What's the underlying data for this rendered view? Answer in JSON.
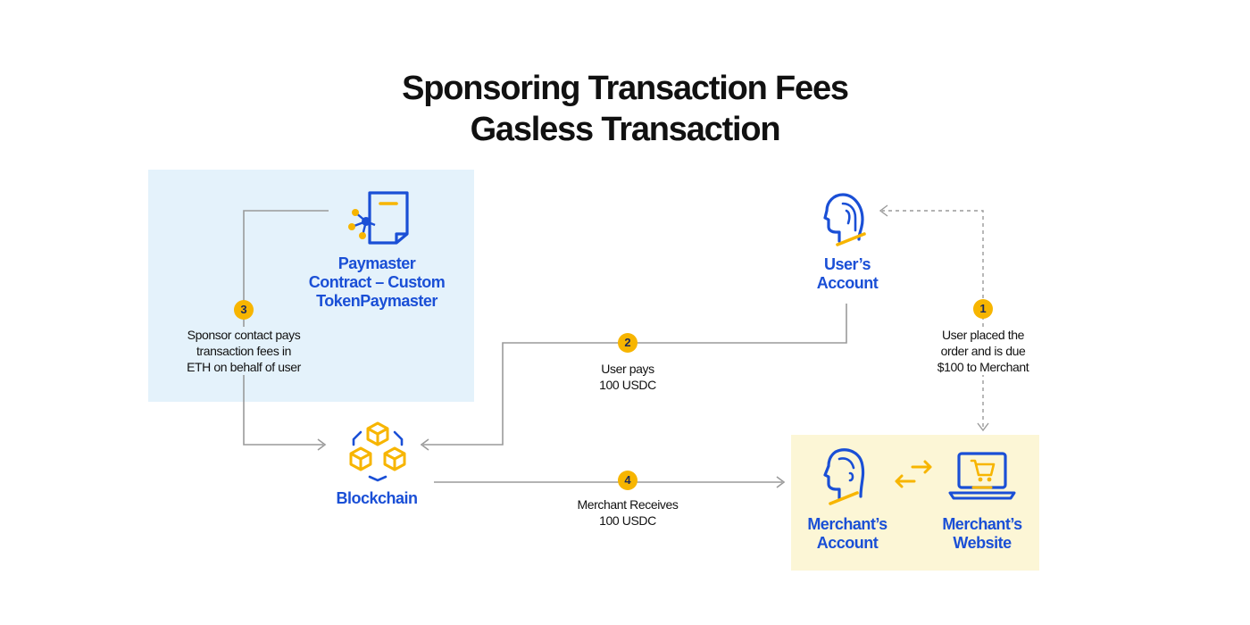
{
  "title": {
    "line1": "Sponsoring Transaction Fees",
    "line2": "Gasless Transaction"
  },
  "nodes": {
    "paymaster": {
      "lines": [
        "Paymaster",
        "Contract – Custom",
        "TokenPaymaster"
      ],
      "icon": "contract-document-icon"
    },
    "user_account": {
      "lines": [
        "User’s",
        "Account"
      ],
      "icon": "user-head-icon"
    },
    "blockchain": {
      "label": "Blockchain",
      "icon": "blockchain-cubes-icon"
    },
    "merchant_account": {
      "lines": [
        "Merchant’s",
        "Account"
      ],
      "icon": "merchant-head-icon"
    },
    "merchant_website": {
      "lines": [
        "Merchant’s",
        "Website"
      ],
      "icon": "laptop-cart-icon"
    }
  },
  "steps": [
    {
      "number": "1",
      "lines": [
        "User placed the",
        "order and is due",
        "$100 to Merchant"
      ]
    },
    {
      "number": "2",
      "lines": [
        "User pays",
        "100 USDC"
      ]
    },
    {
      "number": "3",
      "lines": [
        "Sponsor contact pays",
        "transaction fees in",
        "ETH on behalf of user"
      ]
    },
    {
      "number": "4",
      "lines": [
        "Merchant Receives",
        "100 USDC"
      ]
    }
  ],
  "colors": {
    "brand_blue": "#1a4fd6",
    "accent_yellow": "#f7b500",
    "panel_blue": "#e4f2fb",
    "panel_yellow": "#fcf6d6",
    "connector_gray": "#9a9a9a"
  }
}
